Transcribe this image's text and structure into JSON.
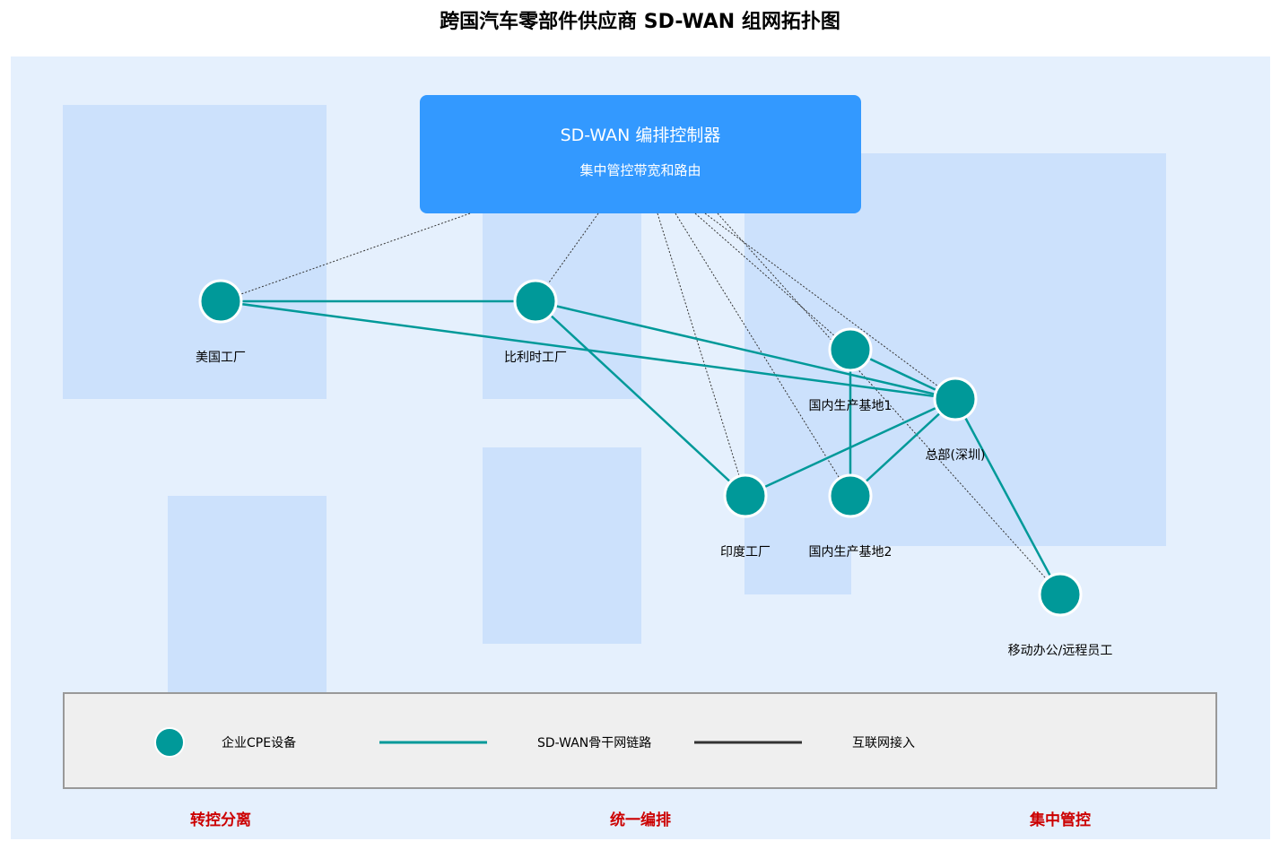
{
  "title": "跨国汽车零部件供应商 SD-WAN 组网拓扑图",
  "controller": {
    "title": "SD-WAN 编排控制器",
    "subtitle": "集中管控带宽和路由"
  },
  "nodes": [
    {
      "id": "us",
      "label": "美国工厂"
    },
    {
      "id": "be",
      "label": "比利时工厂"
    },
    {
      "id": "cn1",
      "label": "国内生产基地1"
    },
    {
      "id": "hq",
      "label": "总部(深圳)"
    },
    {
      "id": "in",
      "label": "印度工厂"
    },
    {
      "id": "cn2",
      "label": "国内生产基地2"
    },
    {
      "id": "mobile",
      "label": "移动办公/远程员工"
    }
  ],
  "backbone_links": [
    [
      "us",
      "be"
    ],
    [
      "us",
      "hq"
    ],
    [
      "be",
      "hq"
    ],
    [
      "be",
      "in"
    ],
    [
      "cn1",
      "hq"
    ],
    [
      "cn1",
      "cn2"
    ],
    [
      "in",
      "hq"
    ],
    [
      "cn2",
      "hq"
    ],
    [
      "hq",
      "mobile"
    ]
  ],
  "controller_links": [
    "us",
    "be",
    "in",
    "cn2",
    "cn1",
    "hq",
    "mobile"
  ],
  "legend": {
    "cpe_label": "企业CPE设备",
    "backbone_label": "SD-WAN骨干网链路",
    "internet_label": "互联网接入"
  },
  "footer": {
    "left": "转控分离",
    "center": "统一编排",
    "right": "集中管控"
  },
  "colors": {
    "node_fill": "#009999",
    "backbone": "#009999",
    "internet": "#333333",
    "controller": "#3399ff",
    "footer_text": "#cc0000"
  }
}
